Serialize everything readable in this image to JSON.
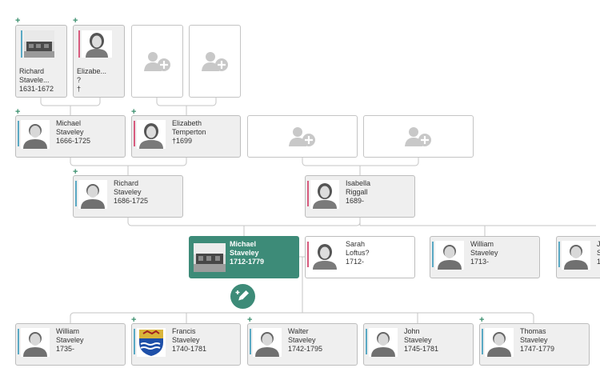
{
  "colors": {
    "accent": "#3d8b78",
    "male_bar": "#5aa9c4",
    "female_bar": "#d85b7e",
    "card_bg": "#efefef",
    "plus": "#3a8f6e"
  },
  "icons": {
    "add_person": "add-person-icon",
    "edit": "edit-pencil-icon",
    "plus": "plus-icon"
  },
  "great_grandparents": [
    {
      "name1": "Richard",
      "name2": "Stavele...",
      "dates": "1631-1672"
    },
    {
      "name1": "Elizabe...",
      "name2": "?",
      "dates": "†"
    }
  ],
  "grandparents": [
    {
      "name1": "Michael",
      "name2": "Staveley",
      "dates": "1666-1725"
    },
    {
      "name1": "Elizabeth",
      "name2": "Temperton",
      "dates": "†1699"
    }
  ],
  "parents": [
    {
      "name1": "Richard",
      "name2": "Staveley",
      "dates": "1686-1725"
    },
    {
      "name1": "Isabella",
      "name2": "Riggall",
      "dates": "1689-"
    }
  ],
  "focus": {
    "name1": "Michael",
    "name2": "Staveley",
    "dates": "1712-1779"
  },
  "spouse": {
    "name1": "Sarah",
    "name2": "Loftus?",
    "dates": "1712-"
  },
  "siblings": [
    {
      "name1": "William",
      "name2": "Staveley",
      "dates": "1713-"
    },
    {
      "name1": "J",
      "name2": "S",
      "dates": "1"
    }
  ],
  "children": [
    {
      "name1": "William",
      "name2": "Staveley",
      "dates": "1735-"
    },
    {
      "name1": "Francis",
      "name2": "Staveley",
      "dates": "1740-1781"
    },
    {
      "name1": "Walter",
      "name2": "Staveley",
      "dates": "1742-1795"
    },
    {
      "name1": "John",
      "name2": "Staveley",
      "dates": "1745-1781"
    },
    {
      "name1": "Thomas",
      "name2": "Staveley",
      "dates": "1747-1779"
    }
  ],
  "plus_label": "+"
}
